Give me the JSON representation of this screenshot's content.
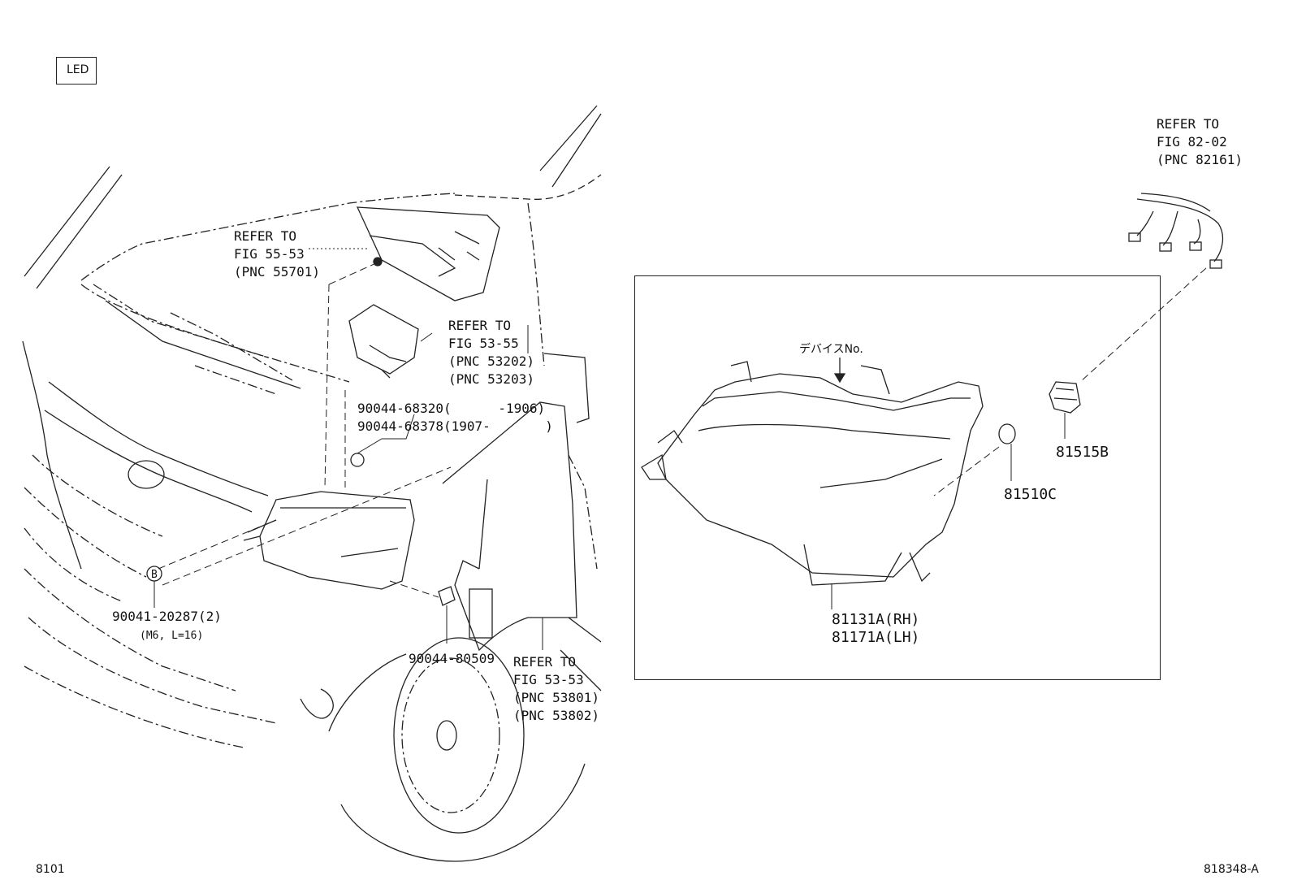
{
  "badge": "LED",
  "page_code": "8101",
  "figure_code": "818348-A",
  "callouts": {
    "refer_hood": [
      "REFER TO",
      "FIG 55-53",
      "(PNC 55701)"
    ],
    "refer_support": [
      "REFER TO",
      "FIG 53-55",
      "(PNC 53202)",
      "(PNC 53203)"
    ],
    "clip_a": "90044-68320(      -1906)",
    "clip_b": "90044-68378(1907-       )",
    "bolt_marker": "B",
    "bolt": "90041-20287(2)",
    "bolt_spec": "(M6, L=16)",
    "clip_c": "90044-80509",
    "refer_fender": [
      "REFER TO",
      "FIG 53-53",
      "(PNC 53801)",
      "(PNC 53802)"
    ],
    "refer_wire": [
      "REFER TO",
      "FIG 82-02",
      "(PNC 82161)"
    ],
    "device_no": "デバイスNo.",
    "part_81515b": "81515B",
    "part_81510c": "81510C",
    "headlamp_rh": "81131A(RH)",
    "headlamp_lh": "81171A(LH)"
  }
}
